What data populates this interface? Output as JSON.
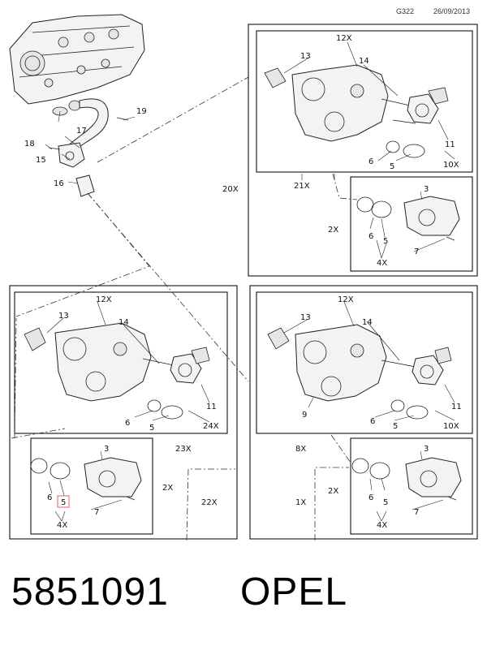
{
  "header": {
    "code": "G322",
    "date": "26/09/2013"
  },
  "footer": {
    "part_number": "5851091",
    "brand": "OPEL"
  },
  "callouts": {
    "top_left": {
      "n13": "17",
      "n19": "19",
      "n18": "18",
      "n15": "15",
      "n16": "16"
    },
    "upper_right": {
      "n12x": "12X",
      "n13": "13",
      "n14": "14",
      "n11": "11",
      "n10x": "10X",
      "n6": "6",
      "n5": "5",
      "n21x": "21X",
      "n20x": "20X",
      "sub": {
        "n3": "3",
        "n2x": "2X",
        "n6": "6",
        "n5": "5",
        "n7": "7",
        "n4x": "4X"
      }
    },
    "lower_left": {
      "n12x": "12X",
      "n13": "13",
      "n14": "14",
      "n11": "11",
      "n24x": "24X",
      "n6": "6",
      "n5": "5",
      "n23x": "23X",
      "n22x": "22X",
      "sub": {
        "n3": "3",
        "n2x": "2X",
        "n6": "6",
        "n5": "5",
        "n7": "7",
        "n4x": "4X"
      }
    },
    "lower_right": {
      "n12x": "12X",
      "n13": "13",
      "n14": "14",
      "n9": "9",
      "n11": "11",
      "n10x": "10X",
      "n6": "6",
      "n5": "5",
      "n8x": "8X",
      "sub": {
        "n3": "3",
        "n2x": "2X",
        "n6": "6",
        "n5": "5",
        "n7": "7",
        "n4x": "4X",
        "n1x": "1X"
      }
    }
  },
  "highlight": {
    "label": "5",
    "color": "#e08080"
  }
}
